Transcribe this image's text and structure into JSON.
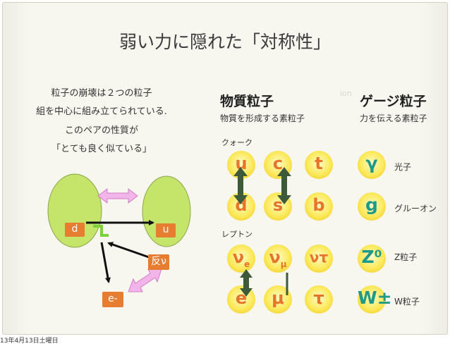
{
  "title": "弱い力に隠れた「対称性」",
  "description": [
    "粒子の崩壊は２つの粒子",
    "組を中心に組み立てられている.",
    "このペアの性質が",
    "「とても良く似ている」"
  ],
  "diagram": {
    "d": "d",
    "u": "u",
    "anti_nu": "反ν",
    "electron": "e-"
  },
  "matter": {
    "heading": "物質粒子",
    "subheading": "物質を形成する素粒子",
    "quark_label": "クォーク",
    "quarks_row1": [
      "u",
      "c",
      "t"
    ],
    "quarks_row2": [
      "d",
      "s",
      "b"
    ],
    "lepton_label": "レプトン",
    "leptons_row1": [
      "ν",
      "ν",
      "ντ"
    ],
    "lepton_subscripts": [
      "e",
      "μ"
    ],
    "leptons_row2": [
      "e",
      "μ",
      "τ"
    ]
  },
  "gauge": {
    "heading": "ゲージ粒子",
    "subheading": "力を伝える素粒子",
    "ghost_text": "ion",
    "particles": [
      {
        "symbol": "γ",
        "label": "光子"
      },
      {
        "symbol": "g",
        "label": "グルーオン"
      },
      {
        "symbol": "Z⁰",
        "label": "Z粒子"
      },
      {
        "symbol": "W±",
        "label": "W粒子"
      }
    ]
  },
  "timestamp": "13年4月13日土曜日",
  "colors": {
    "accent_orange": "#e8742a",
    "gauge_teal": "#1f9a8a",
    "ball_yellow": "#fbe95a",
    "blob_green": "#c5e46a",
    "arrow_pink": "#e48ad8",
    "pair_arrow": "#3d5a3b"
  }
}
